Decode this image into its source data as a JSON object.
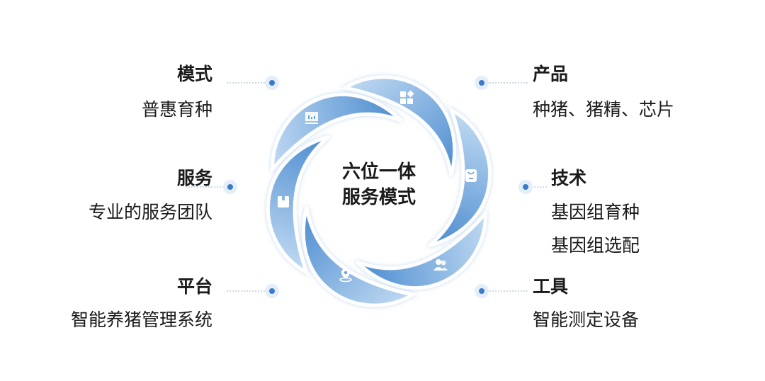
{
  "center": {
    "line1": "六位一体",
    "line2": "服务模式"
  },
  "items": [
    {
      "title": "模式",
      "lines": [
        "普惠育种"
      ],
      "icon": "chart-icon"
    },
    {
      "title": "产品",
      "lines": [
        "种猪、猪精、芯片"
      ],
      "icon": "apps-icon"
    },
    {
      "title": "技术",
      "lines": [
        "基因组育种",
        "基因组选配"
      ],
      "icon": "bag-icon"
    },
    {
      "title": "工具",
      "lines": [
        "智能测定设备"
      ],
      "icon": "users-icon"
    },
    {
      "title": "平台",
      "lines": [
        "智能养猪管理系统"
      ],
      "icon": "location-icon"
    },
    {
      "title": "服务",
      "lines": [
        "专业的服务团队"
      ],
      "icon": "box-icon"
    }
  ],
  "colors": {
    "petal_light": "#b9d6f1",
    "petal_dark": "#4f8fd3",
    "dot": "#3a7cc9",
    "dot_halo": "#e3eef9"
  }
}
